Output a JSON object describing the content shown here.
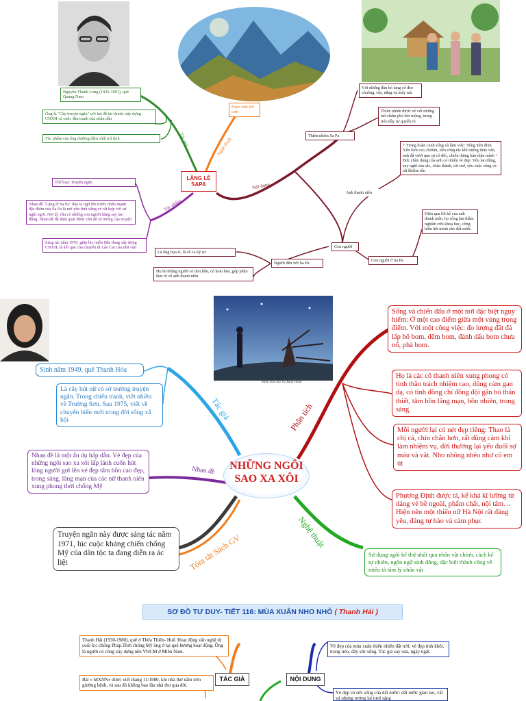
{
  "map1": {
    "center": "LẶNG LẼ SAPA",
    "branches": {
      "tac_gia": "Tác giả",
      "nghe_thuat": "Nghệ thuật",
      "noi_dung": "Nội dung",
      "tac_pham": "Tác phẩm"
    },
    "nghe_thuat_leaf": "Đậm chất trữ tình",
    "tac_gia_items": [
      "Nguyễn Thành Long (1925-1991), quê Quảng Nam",
      "Ông là \"Cây truyện ngắn\" với hai đề tài chính: xây dựng CNXH và cuộc đấu tranh của nhân dân",
      "Tác phẩm của ông thường đậm chất trữ tình"
    ],
    "tac_pham_items": [
      "Thể loại: Truyện ngắn",
      "Nhan đề \"Lặng lẽ Sa Pa\" đảo vị ngữ lên trước nhấn mạnh đặc điểm của Sa Pa là nơi yên tĩnh vắng vẻ rất hợp với sự nghỉ ngơi. Nơi ấy vẫn có những con người hăng say lao động. Nhan đề đã khái quát được chủ đề tư tưởng của truyện",
      "Sáng tác năm 1970, giữa lúc miền Bắc đang xây dựng CNXH, là kết quả của chuyến đi Lào Cai của nhà văn"
    ],
    "thien_nhien": "Thiên nhiên Sa Pa",
    "thien_nhien_items": [
      "Với những đàn bò lang cổ đeo chuông, cây, nắng và mây mù",
      "Thiên nhiên được vẽ với những nét chấm phá thơ mộng, trong trẻo đầy sự quyến rũ"
    ],
    "con_nguoi": "Con người",
    "anh_thanh_nien": "Anh thanh niên",
    "anh_thanh_nien_text": "+ Trong hoàn cảnh sống và làm việc: Sống trên đỉnh Yên Sơn cao 2600m, làm công tác khí tượng thủy văn, anh đã vượt qua sự cô độc, chiến thắng bản thân mình + Bức chân dung của anh có nhiều vẻ đẹp: Yêu lao động, suy nghĩ sâu sắc, chân thành, cởi mở, yêu cuộc sống và rất khiêm tốn",
    "con_nguoi_sa_pa": "Con người ở Sa Pa",
    "con_nguoi_sa_pa_text": "Hiện qua lời kể của anh thanh niên, họ sống âm thầm nghiên cứu khoa học, cống hiến hết mình cho đất nước",
    "nguoi_den": "Người đến với Sa Pa",
    "nguoi_den_items": [
      "Là ông họa sĩ, là cô ca kỹ sư",
      "Họ là những người có tâm hồn, có hoài bão, góp phần làm rõ về anh thanh niên"
    ]
  },
  "map2": {
    "center": "NHỮNG NGÔI SAO XA XÔI",
    "image_caption": "Minh họa của Vũ Xuân Hoàn",
    "branches": {
      "tac_gia": "Tác giả",
      "nhan_de": "Nhan đề",
      "tom_tat": "Tóm tắt Sách GV",
      "nghe_thuat": "Nghệ thuật",
      "phan_tich": "Phân tích"
    },
    "tac_gia_items": [
      "Sinh năm 1949, quê Thanh Hóa",
      "Là cây bút nữ có sở trường truyện ngắn. Trong chiến tranh, viết nhiều về Trường Sơn. Sau 1975, viết về chuyển biến mới trong đời sống xã hội"
    ],
    "nhan_de_text": "Nhan đề là một ẩn dụ hấp dẫn. Vẻ đẹp của những ngôi sao xa xôi lấp lánh cuốn hút lòng người gợi lên vẻ đẹp tâm hồn cao đẹp, trong sáng, lãng mạn của các nữ thanh niên xung phong thời chống Mỹ",
    "tom_tat_text": "Truyện ngắn này được sáng tác năm 1971, lúc cuộc kháng chiến chống Mỹ của dân tộc ta đang diễn ra ác liệt",
    "nghe_thuat_text": "Sử dụng ngôi kể thứ nhất qua nhân vật chính, cách kể tự nhiên, ngôn ngữ sinh động, đặc biệt thành công về miêu tả tâm lý nhân vật",
    "phan_tich_items": [
      "Sống và chiến đấu ở một nơi đặc biệt nguy hiểm: Ở một cao điểm giữa một vùng trọng điểm. Với một công việc: đo lượng đất đá lấp hố bom, đếm bom, đánh dấu bom chưa nổ, phá bom.",
      "Họ là các cô thanh niên xung phong có tinh thần trách nhiệm cao, dũng cảm gan dạ, có tình đồng chí đồng đội gắn bó thân thiết, tâm hồn lãng mạn, hồn nhiên, trong sáng.",
      "Mỗi người lại có nét đẹp riêng: Thao là chị cả, chín chắn hơn, rất dũng cảm khi làm nhiệm vụ, đời thường lại yếu đuối sợ máu và vắt. Nho nhõng nhẽo như cô em út",
      "Phương Định được tả, kể khá kĩ lưỡng từ dáng vẻ bề ngoài, phẩm chất, nội tâm… Hiện nên một thiếu nữ Hà Nội rất đáng yêu, đáng tự hào và cảm phục"
    ]
  },
  "map3": {
    "title": "SƠ ĐỒ TƯ DUY- TIẾT 116: MÙA XUÂN NHO NHỎ",
    "title_author": "( Thanh Hải )",
    "tac_gia_label": "TÁC GIẢ",
    "noi_dung_label": "NỘI DUNG",
    "tac_gia_items": [
      "Thanh Hải (1930-1980), quê ở Thừa Thiên- Huế. Hoạt động văn nghệ từ cuối k/c chống Pháp.Thời chống Mỹ ông ở lại quê hương hoạt động. Ông là người có công xây dựng nền VHCM ở Miền Nam.",
      "Bài « MXNN» được viết tháng 11/1980, khi nhà thơ nằm trên giường bệnh, và sau đó không bao lâu nhà thơ qua đời."
    ],
    "noi_dung_items": [
      "Vẻ đẹp của mùa xuân thiên nhiên đất trời: vẻ đẹp tinh khôi, trong trẻo, đầy sức sống. Tác giả say sưa, ngây ngất.",
      "Vẻ đẹp và sức sống của đất nước: đất nước gian lao, vất vả nhưng tương lai tươi sáng"
    ]
  }
}
